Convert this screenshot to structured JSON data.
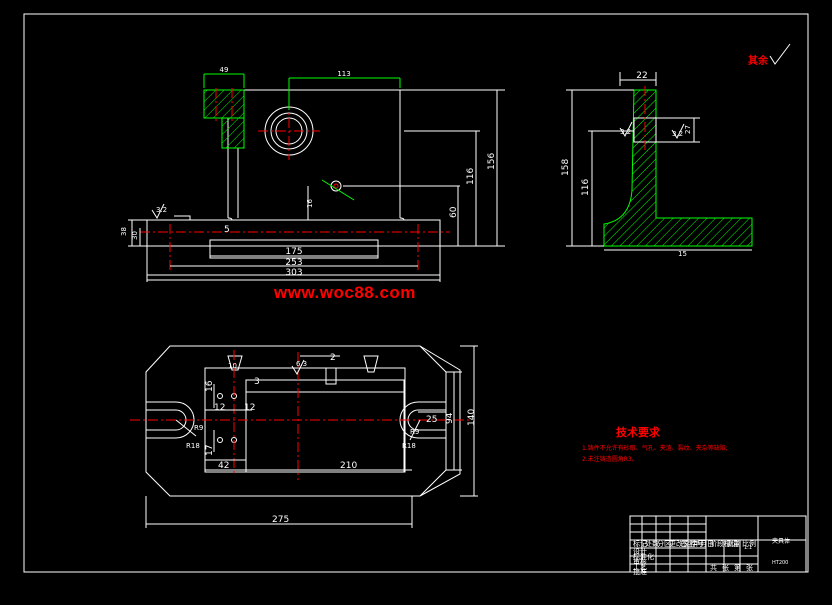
{
  "watermark": "www.woc88.com",
  "roughness_note": "其余",
  "tech_title": "技术要求",
  "tech_lines": [
    "1.铸件不允许有砂眼、气孔、夹渣、裂纹、夹杂等缺陷;",
    "2.未注铸造圆角R3。"
  ],
  "front_view": {
    "dims": [
      "49",
      "113",
      "156",
      "116",
      "60",
      "38",
      "30",
      "16",
      "5",
      "175",
      "253",
      "303",
      "3.2"
    ]
  },
  "side_view": {
    "dims": [
      "22",
      "158",
      "116",
      "27",
      "3.2",
      "3.2",
      "15"
    ]
  },
  "top_view": {
    "dims": [
      "2",
      "3",
      "6.3",
      "16",
      "12",
      "12",
      "17",
      "42",
      "210",
      "275",
      "25",
      "94",
      "140",
      "R9",
      "R18",
      "R9",
      "R18",
      "10"
    ]
  },
  "title_block": {
    "drawing_name": "夹具体",
    "material_code": "HT200",
    "rows_magenta": [
      "标记",
      "处数",
      "分区",
      "更改文件号",
      "签名",
      "年月日"
    ],
    "rows_magenta2": [
      "设计",
      "标准化",
      "审核",
      "工艺",
      "批准"
    ],
    "mid_labels": [
      "阶段标记",
      "重量",
      "比例"
    ],
    "scale": "1:1",
    "sheet": [
      "共",
      "张",
      "第",
      "张"
    ]
  },
  "colors": {
    "background": "#000000",
    "outline": "#ffffff",
    "hatch": "#00ff00",
    "centerline": "#ff0000",
    "titleblock_text": "#ff00ff",
    "watermark": "#ff0000"
  }
}
